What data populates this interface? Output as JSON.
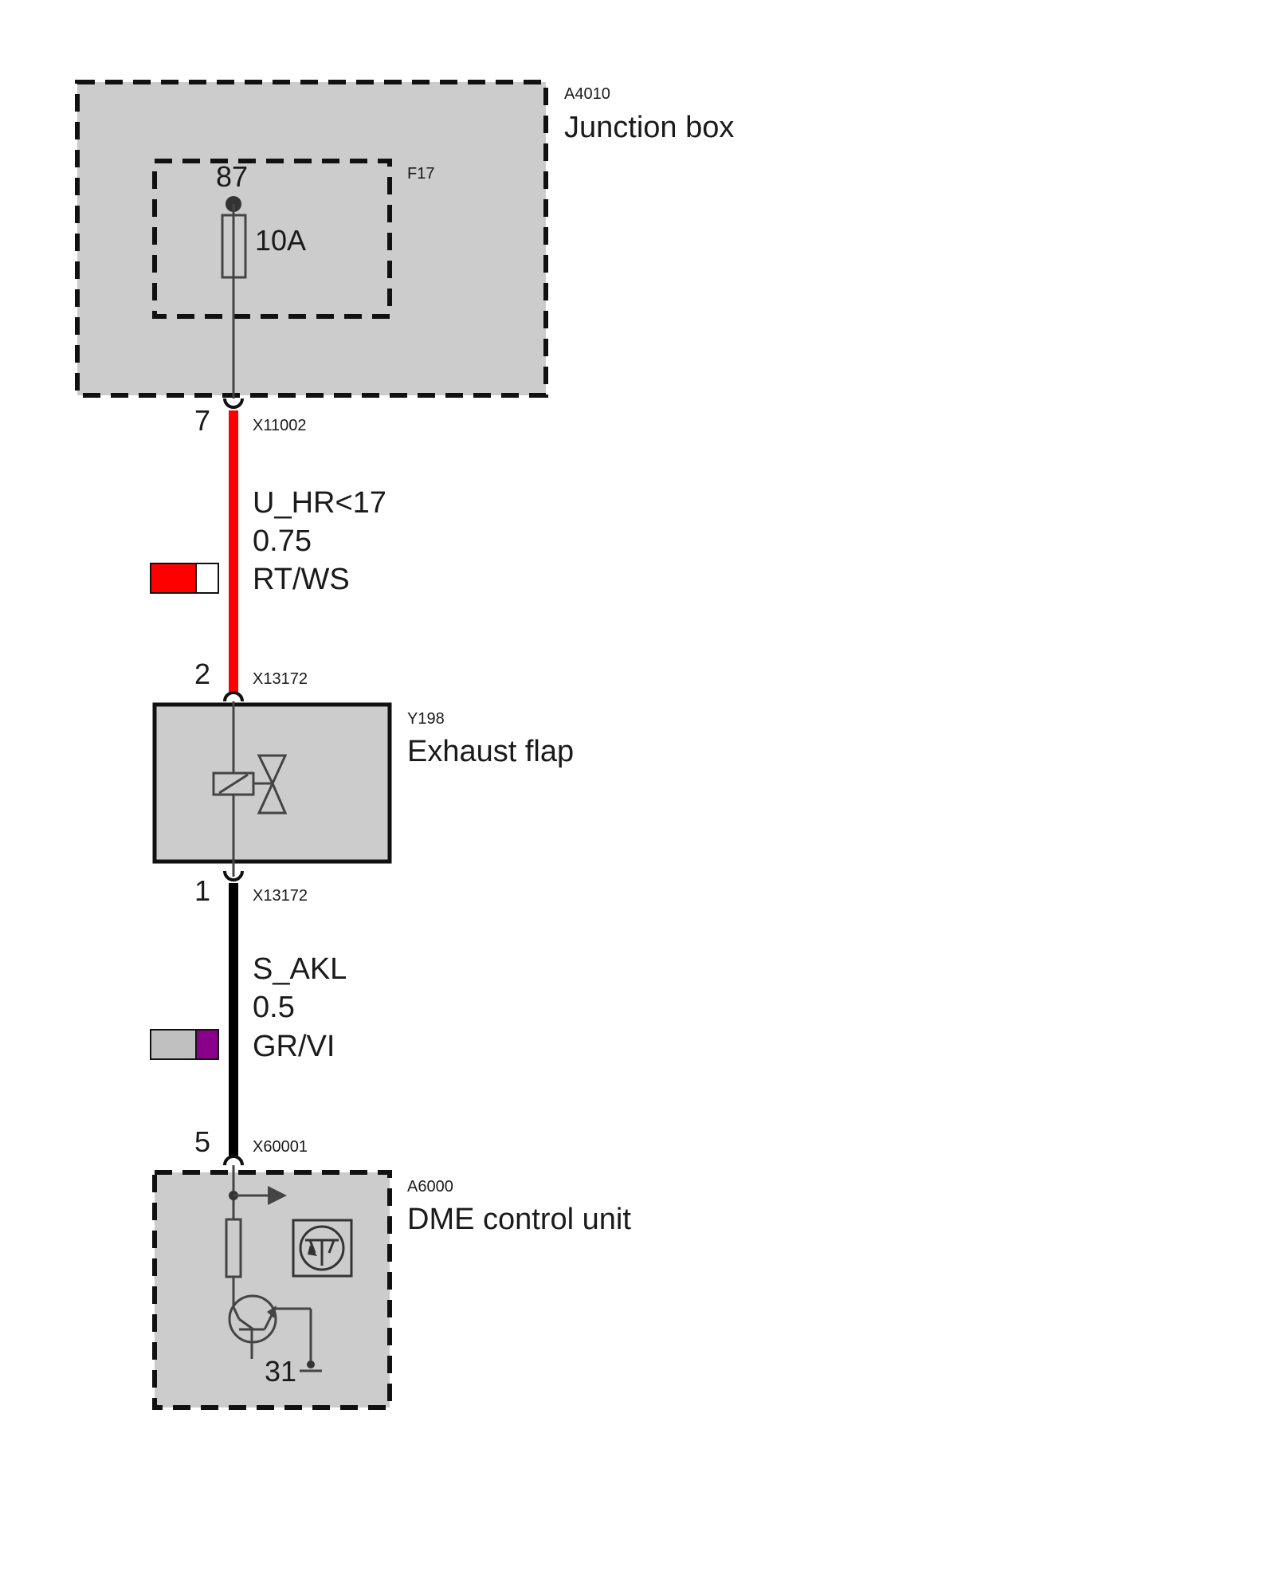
{
  "colors": {
    "module_fill": "#cccccc",
    "outline": "#111111",
    "wire_red": "#ff0000",
    "wire_black": "#000000",
    "swatch_white": "#ffffff",
    "swatch_grey": "#c0c0c0",
    "swatch_violet": "#8b008b"
  },
  "junction_box": {
    "code": "A4010",
    "name": "Junction box"
  },
  "fuse": {
    "code": "F17",
    "terminal": "87",
    "rating": "10A"
  },
  "connector_top": {
    "pin": "7",
    "code": "X11002"
  },
  "wire_1": {
    "signal": "U_HR<17",
    "size": "0.75",
    "color": "RT/WS"
  },
  "connector_flap_in": {
    "pin": "2",
    "code": "X13172"
  },
  "exhaust_flap": {
    "code": "Y198",
    "name": "Exhaust flap"
  },
  "connector_flap_out": {
    "pin": "1",
    "code": "X13172"
  },
  "wire_2": {
    "signal": "S_AKL",
    "size": "0.5",
    "color": "GR/VI"
  },
  "connector_dme": {
    "pin": "5",
    "code": "X60001"
  },
  "dme": {
    "code": "A6000",
    "name": "DME control unit",
    "ground": "31"
  }
}
